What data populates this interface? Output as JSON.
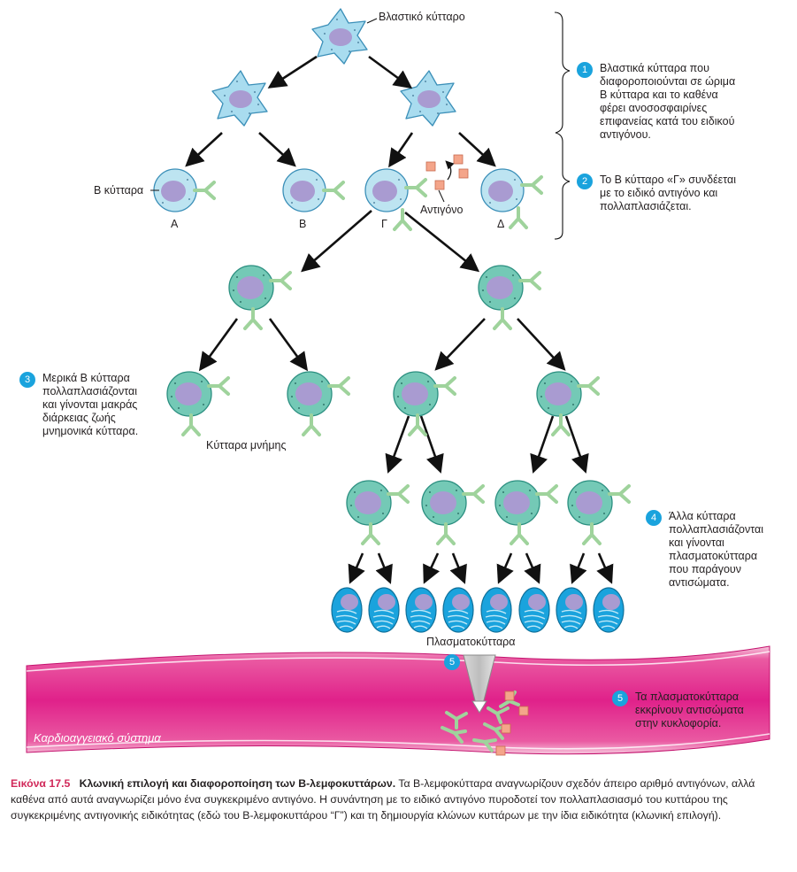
{
  "labels": {
    "stem_cell": "Βλαστικό κύτταρο",
    "b_cells": "Β κύτταρα",
    "cell_a": "Α",
    "cell_b": "Β",
    "cell_g": "Γ",
    "cell_d": "Δ",
    "antigen": "Αντιγόνο",
    "memory_cells": "Κύτταρα μνήμης",
    "plasma_cells": "Πλασματοκύτταρα",
    "cardio": "Καρδιοαγγειακό σύστημα"
  },
  "steps": [
    {
      "num": "1",
      "text": "Βλαστικά κύτταρα που\nδιαφοροποιούνται σε ώριμα\nΒ κύτταρα και το καθένα\nφέρει ανοσοσφαιρίνες\nεπιφανείας κατά του ειδικού\nαντιγόνου."
    },
    {
      "num": "2",
      "text": "Το Β κύτταρο «Γ» συνδέεται\nμε το ειδικό αντιγόνο και\nπολλαπλασιάζεται."
    },
    {
      "num": "3",
      "text": "Μερικά Β κύτταρα\nπολλαπλασιάζονται\nκαι γίνονται μακράς\nδιάρκειας ζωής\nμνημονικά κύτταρα."
    },
    {
      "num": "4",
      "text": "Άλλα κύτταρα\nπολλαπλασιάζονται\nκαι γίνονται\nπλασματοκύτταρα\nπου παράγουν\nαντισώματα."
    },
    {
      "num": "5",
      "text": "Τα πλασματοκύτταρα\nεκκρίνουν αντισώματα\nστην κυκλοφορία."
    }
  ],
  "badge_5": "5",
  "caption": {
    "number": "Εικόνα 17.5",
    "title": "Κλωνική επιλογή και διαφοροποίηση των Β-λεμφοκυττάρων.",
    "body": "Τα Β-λεμφοκύτταρα αναγνωρίζουν σχεδόν άπειρο αριθμό αντιγόνων, αλλά καθένα από αυτά αναγνωρίζει μόνο ένα συγκεκριμένο αντιγόνο. Η συνάντηση με το ειδικό αντιγόνο πυροδοτεί τον πολλαπλασιασμό του κυττάρου της συγκεκριμένης αντιγονικής ειδικότητας (εδώ του Β-λεμφοκυττάρου “Γ”) και τη δημιουργία κλώνων κυττάρων με την ίδια ειδικότητα (κλωνική επιλογή)."
  },
  "colors": {
    "stem_fill": "#a9dcef",
    "bcell_fill": "#bde4f1",
    "memory_fill": "#74c9b6",
    "nucleus": "#a99bd1",
    "receptor": "#9fd39c",
    "antigen": "#f4a58a",
    "vessel": "#e0218a",
    "badge": "#1aa3dd",
    "caption_accent": "#d1295a"
  }
}
